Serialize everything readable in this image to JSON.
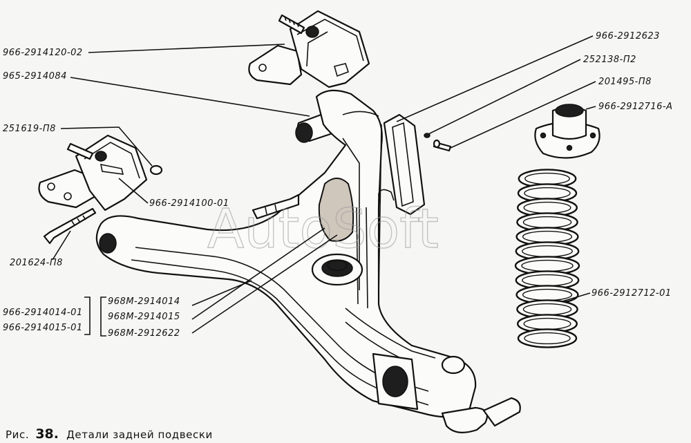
{
  "watermark": "AutoSoft",
  "caption": {
    "prefix": "Рис.",
    "number": "38.",
    "text": "Детали задней подвески"
  },
  "labels": {
    "l1": "966-2914120-02",
    "l2": "965-2914084",
    "l3": "251619-П8",
    "l4": "966-2914100-01",
    "l5": "201624-П8",
    "l6": "966-2914014-01",
    "l7": "966-2914015-01",
    "l8": "968М-2914014",
    "l9": "968М-2914015",
    "l10": "968М-2912622",
    "r1": "966-2912623",
    "r2": "252138-П2",
    "r3": "201495-П8",
    "r4": "966-2912716-А",
    "r5": "966-2912712-01"
  }
}
